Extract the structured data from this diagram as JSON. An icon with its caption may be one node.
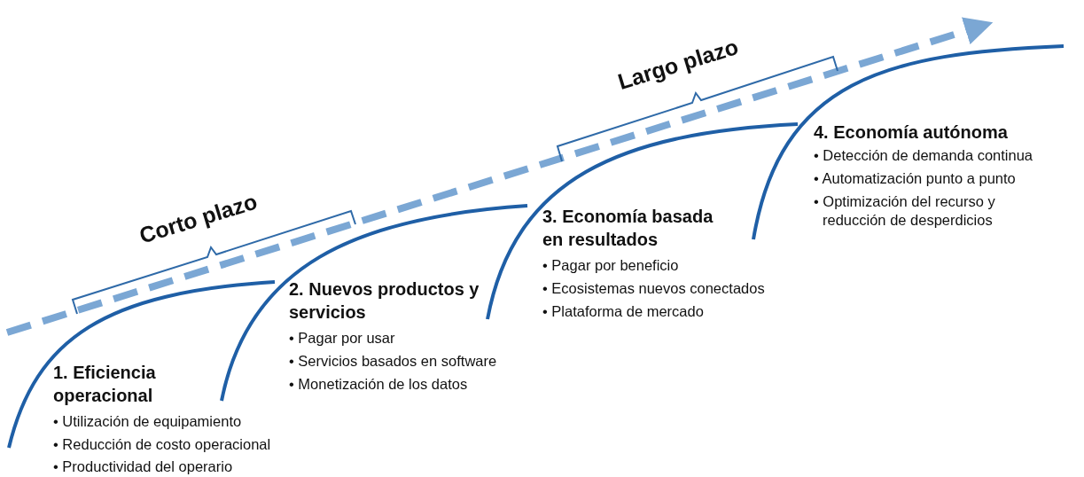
{
  "diagram": {
    "labels": [
      "Largo plazo",
      "4. Economía autónoma",
      "• Detección de demanda continua",
      "• Automatización punto a punto",
      "• Optimización del recurso y reducción de desperdicios",
      "Corto plazo",
      "3. Economía basada en resultados",
      "• Pagar por beneficio",
      "• Ecosistemas nuevos conectados",
      "• Plataforma de mercado",
      "2. Nuevos productos y servicios",
      "• Pagar por usar",
      "• Servicios basados en software",
      "• Monetización de los datos",
      "1. Eficiencia operacional",
      "• Utilización de equipamiento",
      "• Reducción de costo operacional",
      "• Productividad del operario"
    ]
  }
}
